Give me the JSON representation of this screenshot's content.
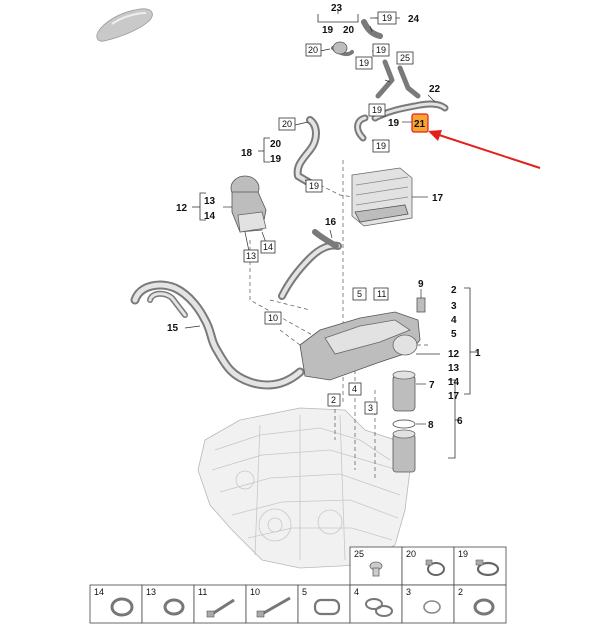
{
  "callouts": {
    "c23": "23",
    "c19a": "19",
    "c20a": "20",
    "c20b": "20",
    "c19b": "19",
    "c24": "24",
    "c19c": "19",
    "c25": "25",
    "c22": "22",
    "c19d": "19",
    "c19e": "19",
    "c21": "21",
    "c19f": "19",
    "c20c": "20",
    "c20d": "20",
    "c18": "18",
    "c19g": "19",
    "c19h": "19",
    "c17": "17",
    "c13a": "13",
    "c12a": "12",
    "c14a": "14",
    "c16": "16",
    "c14b": "14",
    "c13b": "13",
    "c9": "9",
    "c2a": "2",
    "c3a": "3",
    "c4a": "4",
    "c5a": "5",
    "c12b": "12",
    "c1": "1",
    "c13c": "13",
    "c14c": "14",
    "c17b": "17",
    "c5b": "5",
    "c11": "11",
    "c15": "15",
    "c10": "10",
    "c7": "7",
    "c4b": "4",
    "c8": "8",
    "c6": "6",
    "c2b": "2",
    "c3b": "3"
  },
  "parts_table": {
    "top_row": [
      "25",
      "20",
      "19"
    ],
    "bottom_row": [
      "14",
      "13",
      "11",
      "10",
      "5",
      "4",
      "3",
      "2"
    ]
  },
  "colors": {
    "highlight": "#f7a531",
    "arrow": "#e3201b"
  }
}
